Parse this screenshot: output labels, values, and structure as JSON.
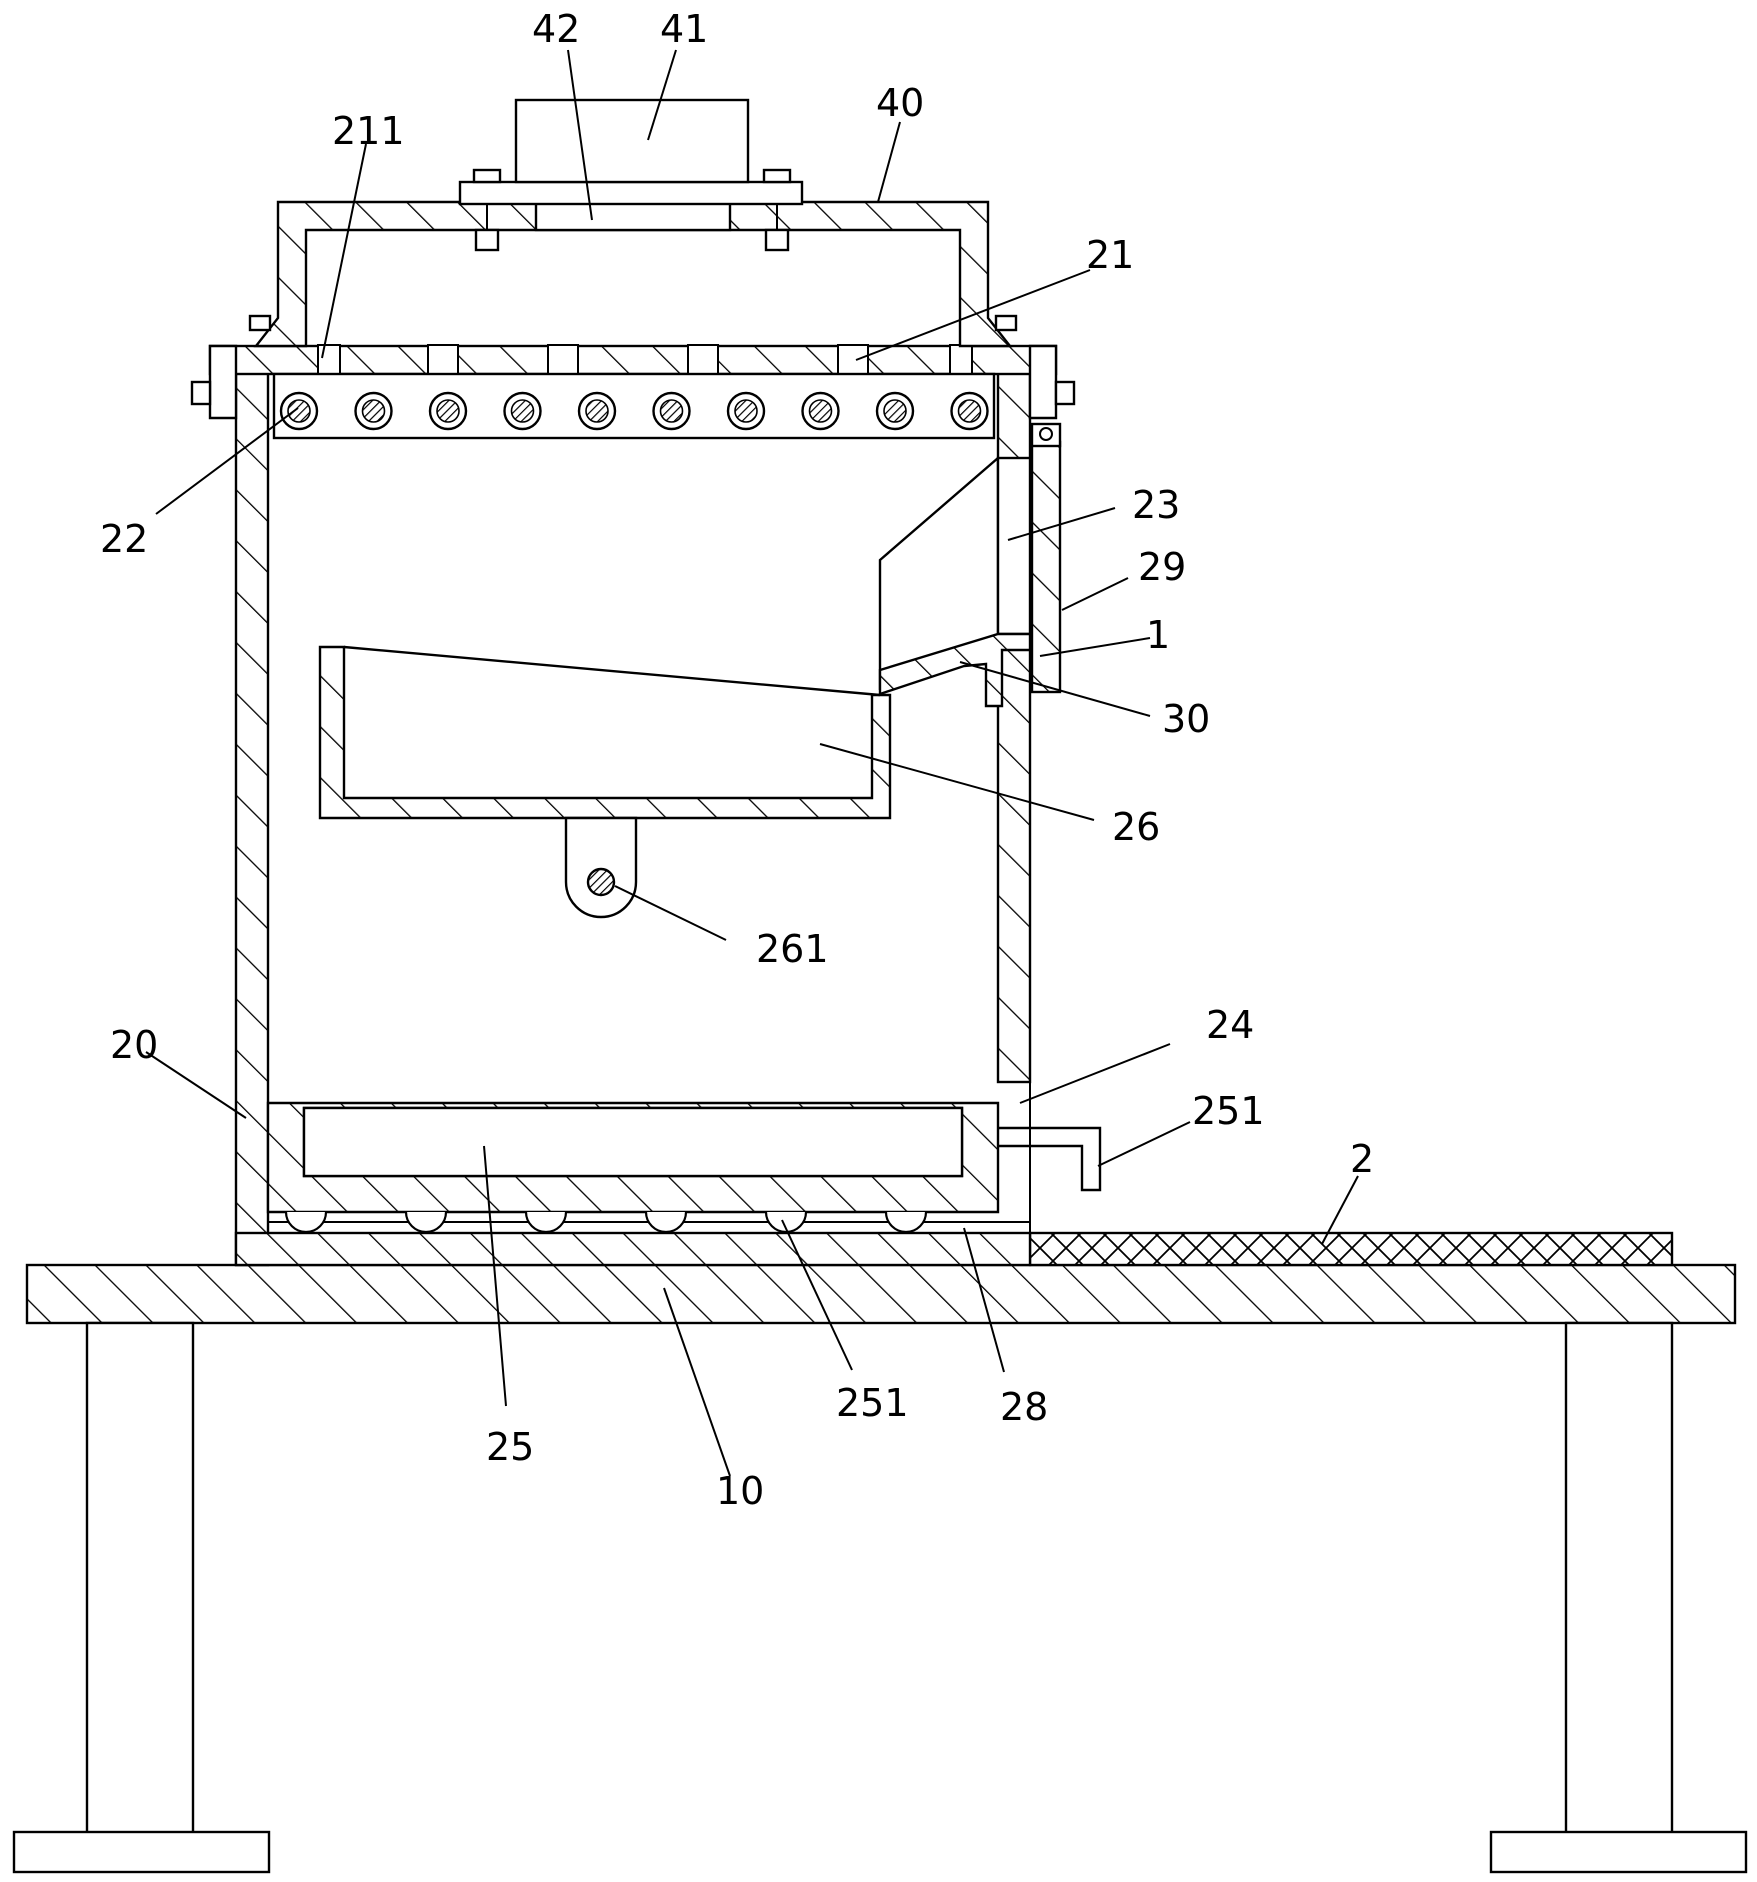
{
  "labels": {
    "l42": "42",
    "l41": "41",
    "l40": "40",
    "l211": "211",
    "l21": "21",
    "l22": "22",
    "l23": "23",
    "l29": "29",
    "l1": "1",
    "l30": "30",
    "l26": "26",
    "l261": "261",
    "l24": "24",
    "l20": "20",
    "l251_right": "251",
    "l2": "2",
    "l25": "25",
    "l10": "10",
    "l251_bottom": "251",
    "l28": "28"
  }
}
